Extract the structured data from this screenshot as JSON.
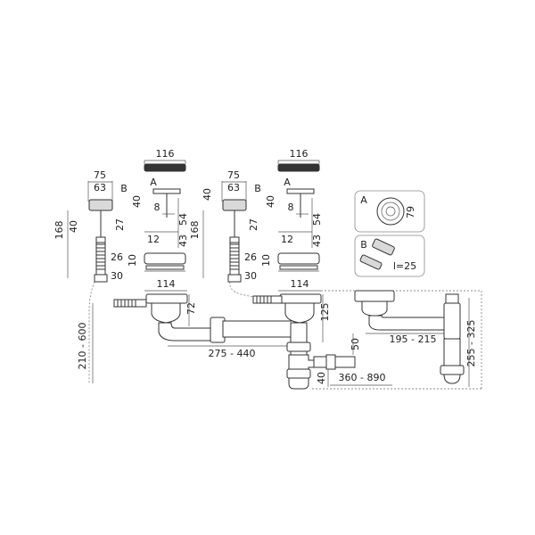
{
  "colors": {
    "stroke": "#333333",
    "fill_gray": "#d9d9d9",
    "background": "#ffffff"
  },
  "labels": {
    "cover_width_left": "116",
    "cover_width_right": "116",
    "overflow_width_left": "75",
    "overflow_inner_left": "63",
    "overflow_width_right": "75",
    "overflow_inner_right": "63",
    "variant_b_left": "B",
    "variant_a_left": "A",
    "variant_b_right": "B",
    "variant_a_right": "A",
    "height_168_left": "168",
    "height_168_right": "168",
    "height_40_left_a": "40",
    "height_40_left_b": "40",
    "height_40_right_a": "40",
    "height_40_right_b": "40",
    "dim_27_left": "27",
    "dim_27_right": "27",
    "dim_8_left": "8",
    "dim_8_right": "8",
    "dim_54_left": "54",
    "dim_54_right": "54",
    "dim_43_left": "43",
    "dim_43_right": "43",
    "dim_12_left": "12",
    "dim_12_right": "12",
    "dim_26_left": "26",
    "dim_26_right": "26",
    "dim_10_left": "10",
    "dim_10_right": "10",
    "dim_30_left": "30",
    "dim_30_right": "30",
    "dim_114_left": "114",
    "dim_114_right": "114",
    "dim_72": "72",
    "dim_125": "125",
    "dim_275_440": "275 - 440",
    "dim_210_600": "210 - 600",
    "dim_50": "50",
    "dim_40_bottom": "40",
    "dim_360_890": "360 - 890",
    "dim_195_215": "195 - 215",
    "dim_255_325": "255 - 325",
    "legend_a": "A",
    "legend_79": "79",
    "legend_b": "B",
    "legend_l25": "l=25"
  }
}
